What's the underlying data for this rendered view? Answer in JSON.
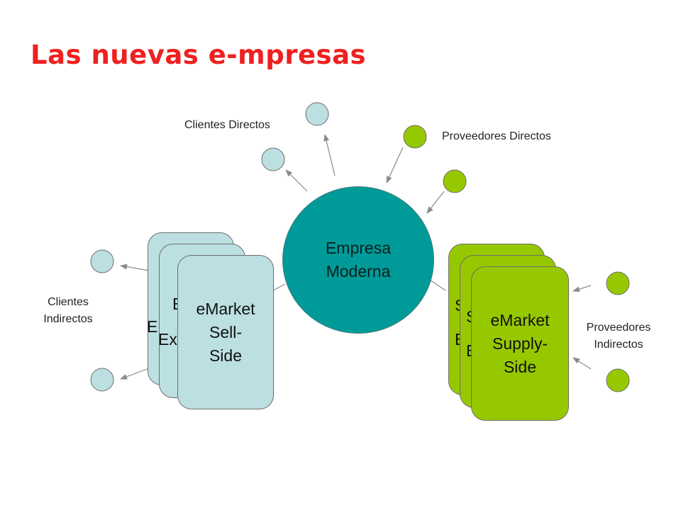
{
  "title": "Las nuevas e-mpresas",
  "colors": {
    "title": "#ee2020",
    "hub": "#009a98",
    "client_node": "#bcdfe2",
    "supplier_node": "#96c800",
    "arrow": "#8a8a8a"
  },
  "hub": {
    "lines": [
      "Empresa",
      "Moderna"
    ]
  },
  "labels": {
    "direct_clients": "Clientes Directos",
    "direct_suppliers": "Proveedores Directos",
    "indirect_clients": [
      "Clientes",
      "Indirectos"
    ],
    "indirect_suppliers": [
      "Proveedores",
      "Indirectos"
    ]
  },
  "sell_side_stack": {
    "back_partial": "E",
    "middle_partial": [
      "E",
      "Ex"
    ],
    "front": [
      "eMarket",
      "Sell-",
      "Side"
    ]
  },
  "supply_side_stack": {
    "back_partial": [
      "S",
      "B"
    ],
    "middle_partial": [
      "S",
      "B"
    ],
    "front": [
      "eMarket",
      "Supply-",
      "Side"
    ]
  }
}
